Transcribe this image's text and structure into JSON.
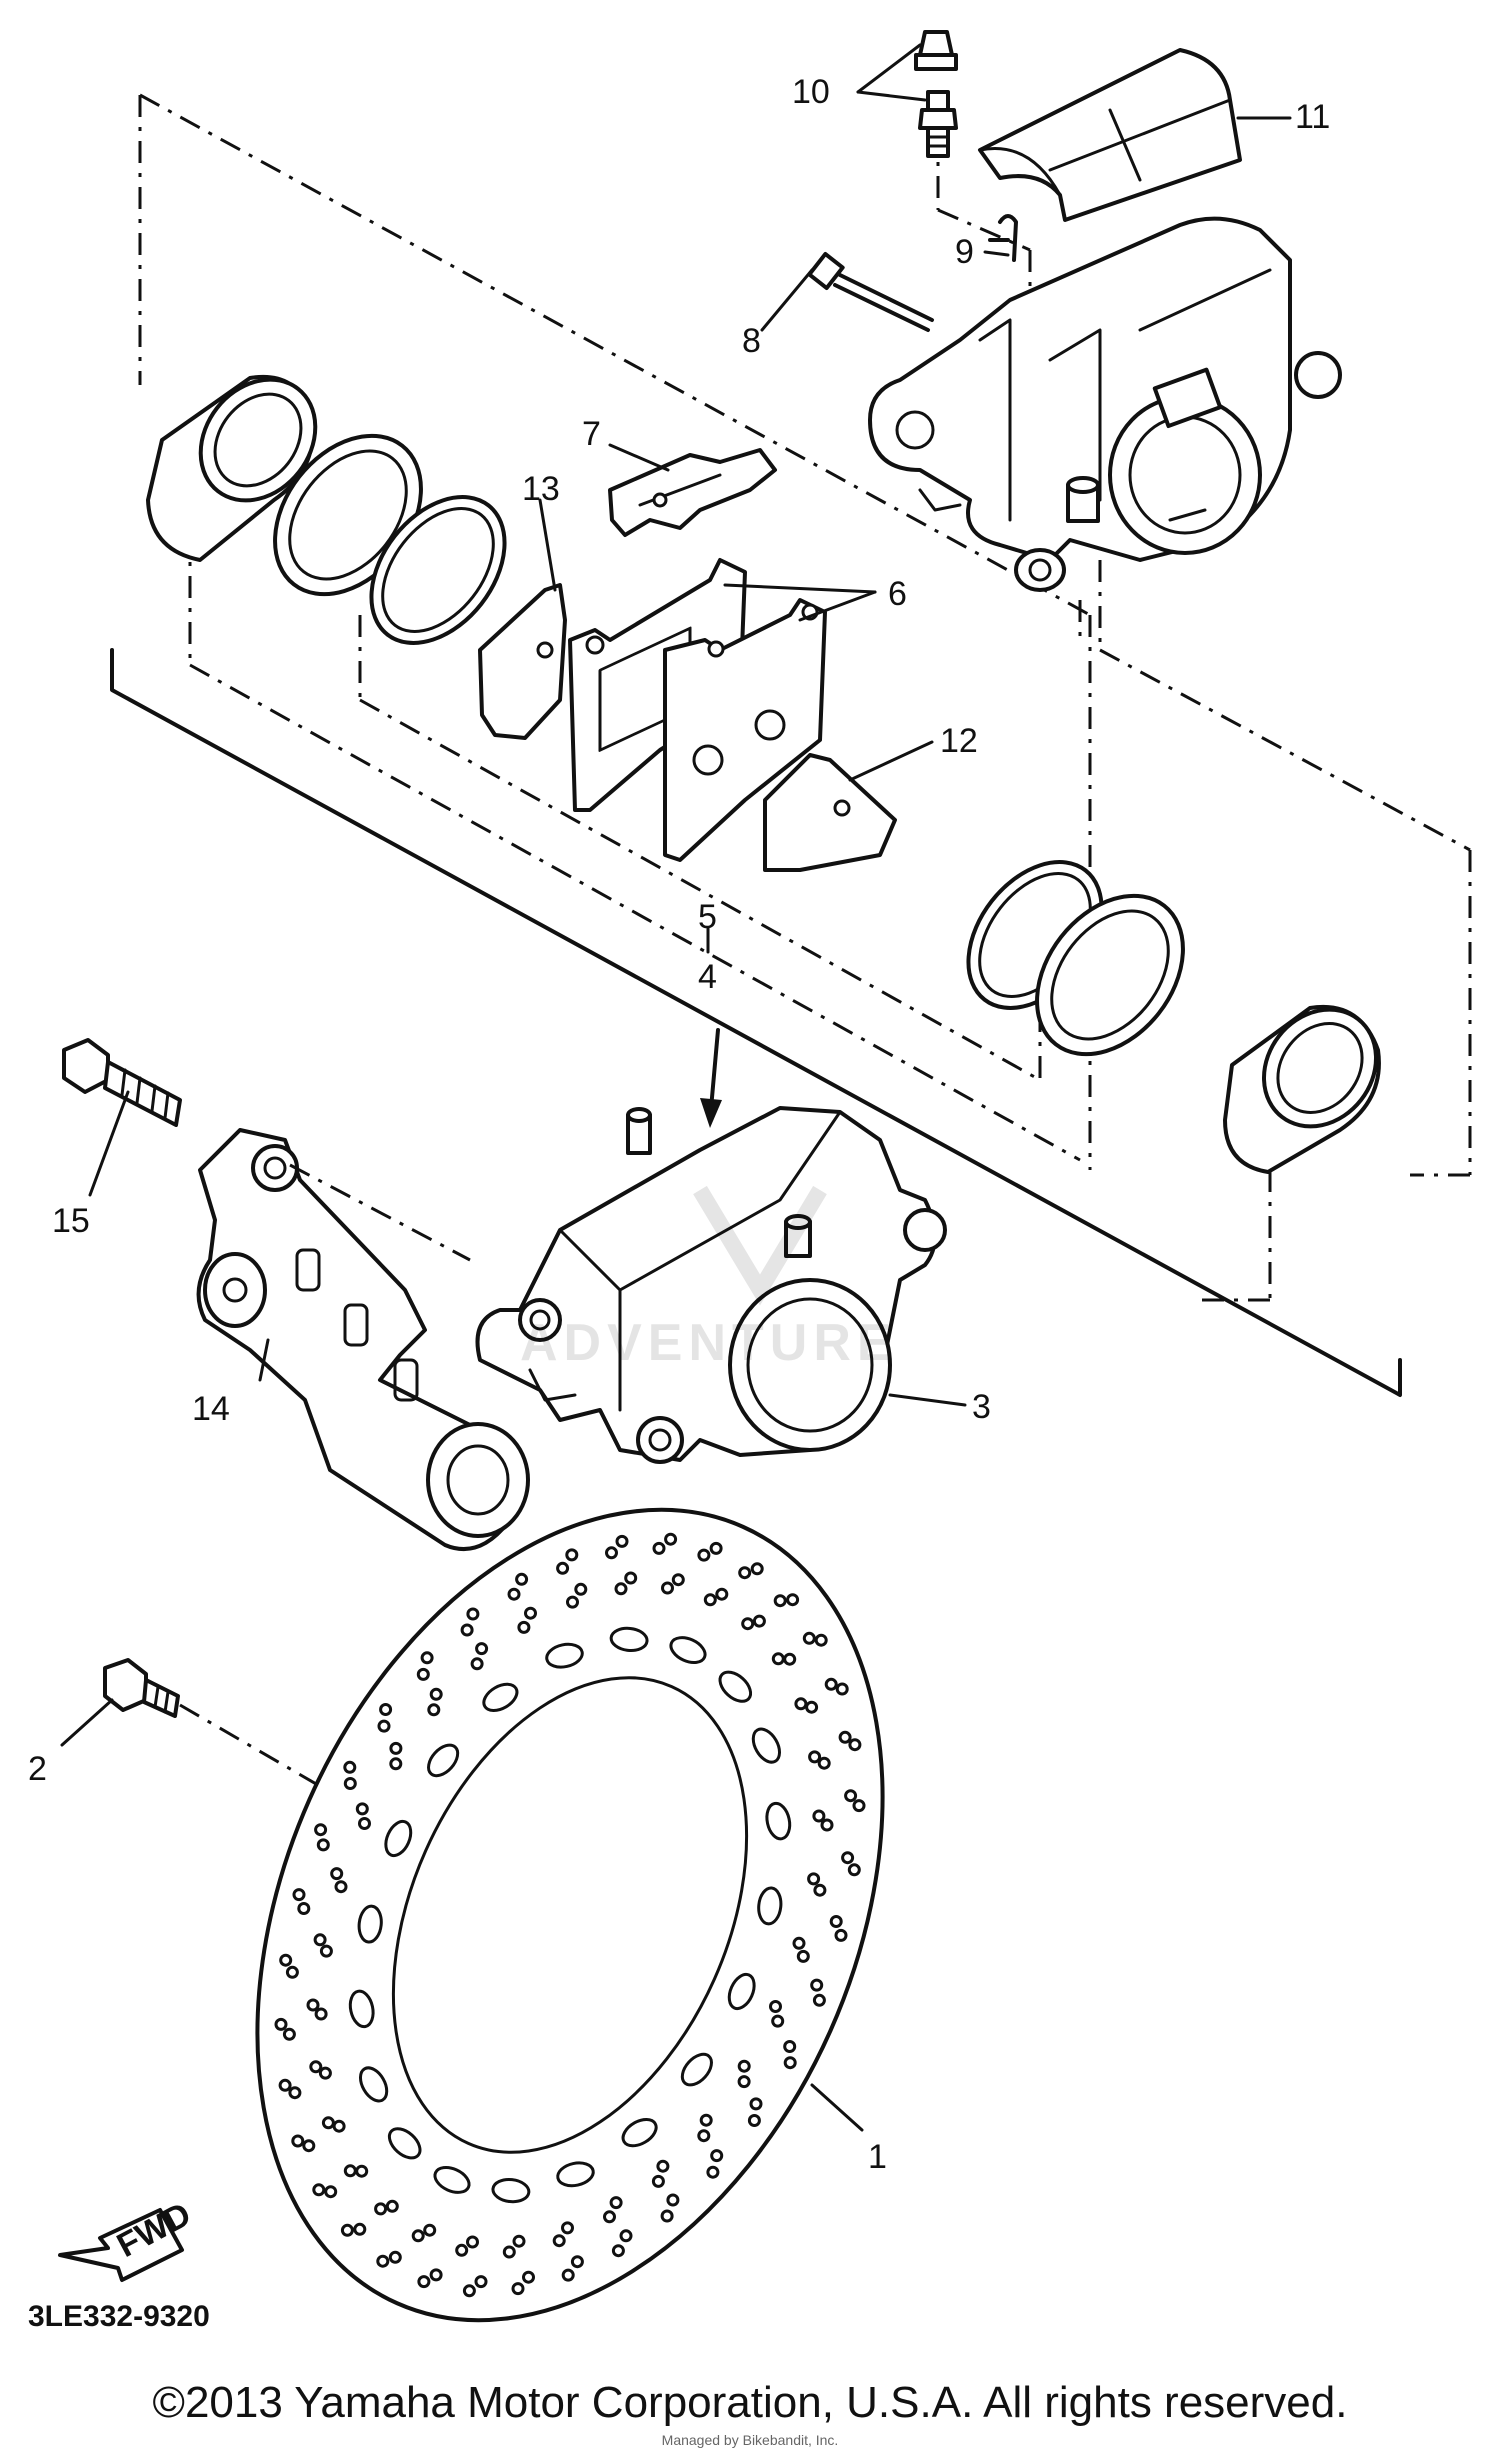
{
  "labels": {
    "l1": "1",
    "l2": "2",
    "l3": "3",
    "l4": "4",
    "l5": "5",
    "l6": "6",
    "l7": "7",
    "l8": "8",
    "l9": "9",
    "l10": "10",
    "l11": "11",
    "l12": "12",
    "l13": "13",
    "l14": "14",
    "l15": "15"
  },
  "direction_arrow": "FWD",
  "diagram_code": "3LE332-9320",
  "watermark": "ADVENTURE",
  "copyright": "©2013 Yamaha Motor Corporation, U.S.A. All rights reserved.",
  "fine_print": "Managed by Bikebandit, Inc."
}
